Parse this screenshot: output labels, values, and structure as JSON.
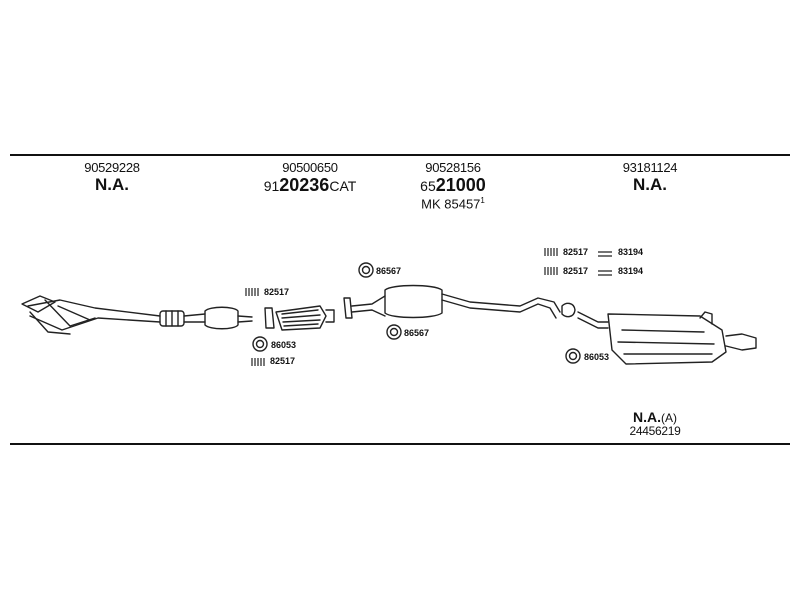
{
  "columns": [
    {
      "oem": "90529228",
      "part": "N.A."
    },
    {
      "oem": "90500650",
      "part_prefix": "91",
      "part_bold": "20236",
      "part_suffix": "CAT"
    },
    {
      "oem": "90528156",
      "part_prefix": "65",
      "part_bold": "21000",
      "sub_prefix": "MK",
      "sub_value": "85457",
      "sub_sup": "1"
    },
    {
      "oem": "93181124",
      "part": "N.A."
    }
  ],
  "labels": {
    "cat_clamp": "82517",
    "cat_gasket": "86053",
    "cat_clamp_low": "82517",
    "mid_ring_top": "86567",
    "mid_ring_bottom": "86567",
    "rear_clamp_1": "82517",
    "rear_hanger_1": "83194",
    "rear_clamp_2": "82517",
    "rear_hanger_2": "83194",
    "rear_gasket": "86053"
  },
  "footer": {
    "part": "N.A.",
    "suffix": "(A)",
    "oem": "24456219"
  }
}
